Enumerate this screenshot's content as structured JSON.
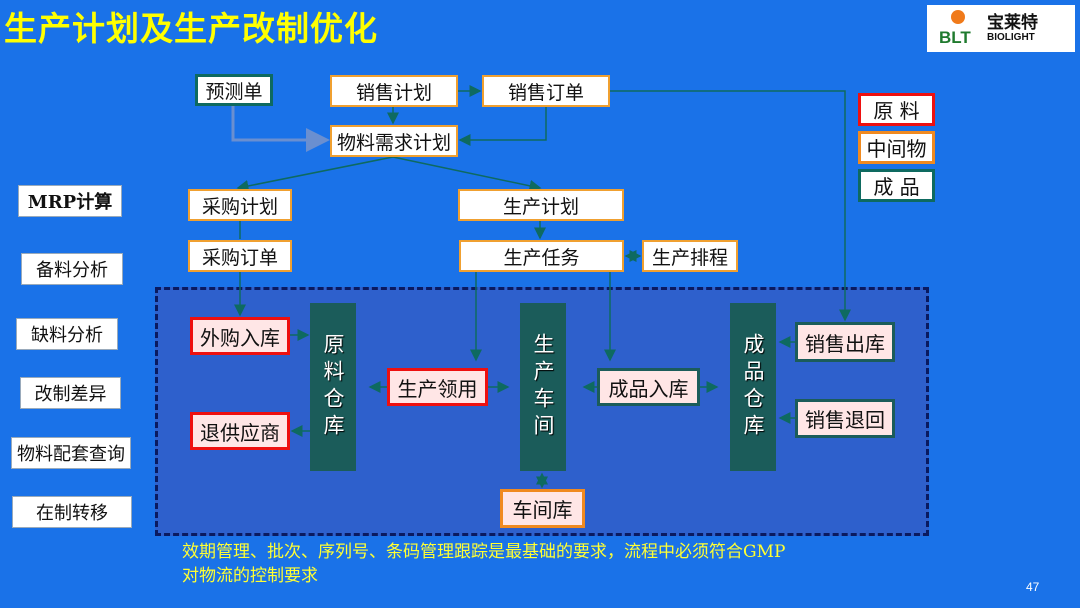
{
  "title": "生产计划及生产改制优化",
  "logo": {
    "cn": "宝莱特",
    "en": "BIOLIGHT",
    "mark": "BLT"
  },
  "nodes": {
    "forecast": "预测单",
    "sales_plan": "销售计划",
    "sales_order": "销售订单",
    "mrp_plan": "物料需求计划",
    "purchase_plan": "采购计划",
    "production_plan": "生产计划",
    "purchase_order": "采购订单",
    "production_task": "生产任务",
    "production_schedule": "生产排程",
    "purchase_in": "外购入库",
    "return_supplier": "退供应商",
    "raw_warehouse": "原料仓库",
    "production_issue": "生产领用",
    "workshop": "生产车间",
    "finished_in": "成品入库",
    "finished_warehouse": "成品仓库",
    "sales_out": "销售出库",
    "sales_return": "销售退回",
    "workshop_store": "车间库"
  },
  "side_list": [
    "MRP计算",
    "备料分析",
    "缺料分析",
    "改制差异",
    "物料配套查询",
    "在制转移"
  ],
  "legend": {
    "raw": "原 料",
    "intermediate": "中间物",
    "finished": "成 品"
  },
  "footer": {
    "line1": "效期管理、批次、序列号、条码管理跟踪是最基础的要求，流程中必须符合GMP",
    "line2": "对物流的控制要求"
  },
  "page_number": "47"
}
